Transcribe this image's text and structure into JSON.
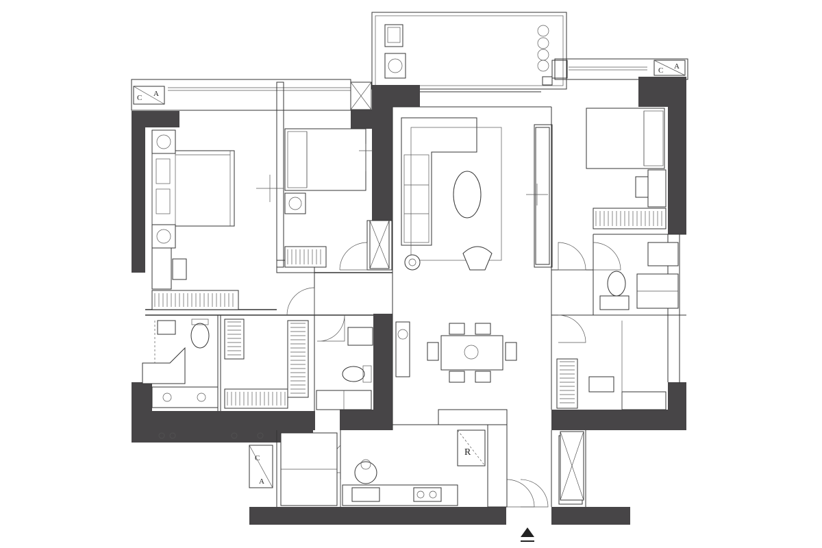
{
  "plan": {
    "ac_labels": [
      {
        "text_c": "C",
        "text_a": "A"
      },
      {
        "text_c": "C",
        "text_a": "A"
      },
      {
        "text_c": "C",
        "text_a": "A"
      }
    ],
    "fridge_label": "R"
  }
}
